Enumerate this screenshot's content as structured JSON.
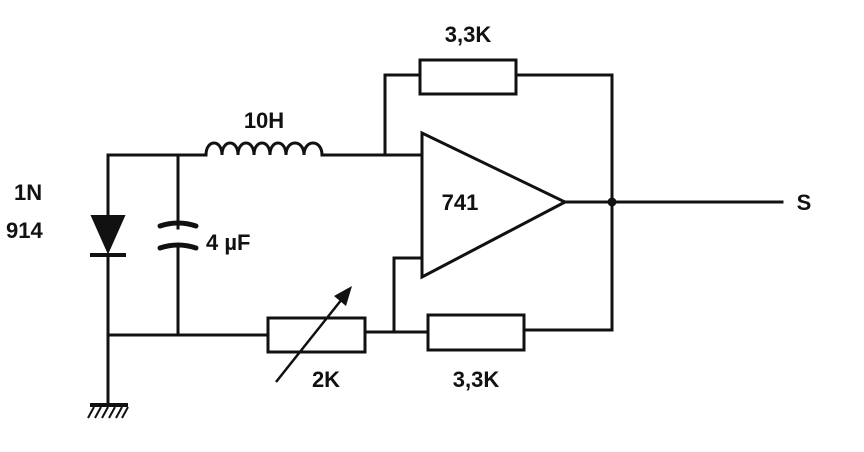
{
  "labels": {
    "feedback_resistor": "3,3K",
    "inductor": "10H",
    "diode": [
      "1N",
      "914"
    ],
    "capacitor": "4 µF",
    "opamp": "741",
    "output": "S",
    "potentiometer": "2K",
    "lower_resistor": "3,3K"
  },
  "colors": {
    "ink": "#111111",
    "paper": "#ffffff"
  }
}
